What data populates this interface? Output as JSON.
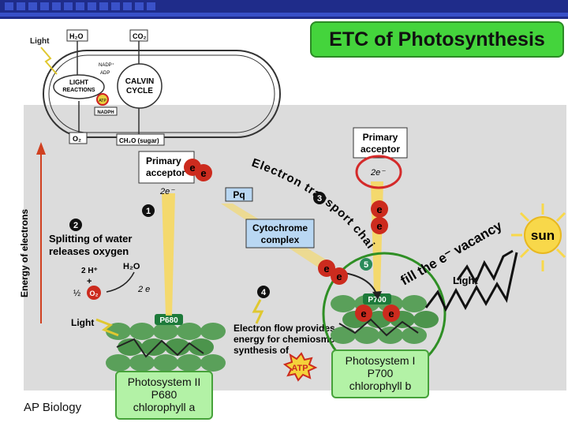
{
  "title": "ETC of Photosynthesis",
  "footer": "AP Biology",
  "inset": {
    "light": "Light",
    "h2o": "H₂O",
    "co2": "CO₂",
    "light_reactions_1": "LIGHT",
    "light_reactions_2": "REACTIONS",
    "calvin_1": "CALVIN",
    "calvin_2": "CYCLE",
    "nadp": "NADP⁺",
    "adp": "ADP",
    "atp": "ATP",
    "nadph": "NADPH",
    "o2": "O₂",
    "sugar": "CH₂O (sugar)"
  },
  "diagram": {
    "energy_axis": "Energy of electrons",
    "primary_acceptor_left_1": "Primary",
    "primary_acceptor_left_2": "acceptor",
    "primary_acceptor_right_1": "Primary",
    "primary_acceptor_right_2": "acceptor",
    "two_e_left": "2e⁻",
    "two_e_right": "2e⁻",
    "pq": "Pq",
    "cytochrome_1": "Cytochrome",
    "cytochrome_2": "complex",
    "etc_arc": "Electron transport chain",
    "step1": "1",
    "step2": "2",
    "step3": "3",
    "step4": "4",
    "step5": "5",
    "splitting_1": "Splitting of water",
    "splitting_2": "releases oxygen",
    "h2o": "H₂O",
    "two_h": "2 H⁺",
    "plus": "+",
    "half": "½",
    "o2": "O₂",
    "two_e_small": "2 e",
    "light_left": "Light",
    "p680": "P680",
    "p700": "P700",
    "electron_flow_1": "Electron flow provides",
    "electron_flow_2": "energy for chemiosmotic",
    "electron_flow_3": "synthesis of",
    "atp": "ATP",
    "light_right": "Light",
    "electron": "e",
    "fill_vacancy": "fill the e⁻ vacancy",
    "sun": "sun"
  },
  "labels": {
    "ps2_1": "Photosystem II",
    "ps2_2": "P680",
    "ps2_3": "chlorophyll a",
    "ps1_1": "Photosystem I",
    "ps1_2": "P700",
    "ps1_3": "chlorophyll b"
  },
  "colors": {
    "accent_green": "#44d43c",
    "electron_red": "#cc2b1e",
    "sun_yellow": "#f8d84a",
    "header_blue": "#1f2c8a"
  }
}
